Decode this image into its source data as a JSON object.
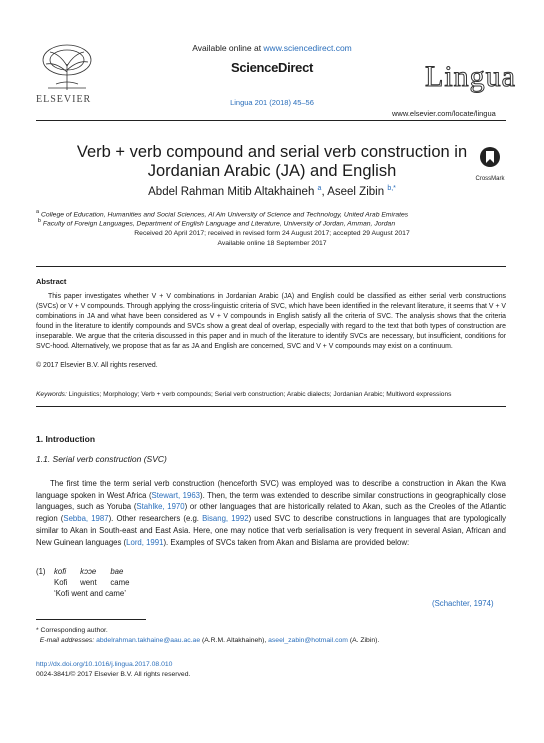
{
  "header": {
    "available_prefix": "Available online at ",
    "available_link": "www.sciencedirect.com",
    "platform": "ScienceDirect",
    "journal_ref": "Lingua 201 (2018) 45–56",
    "publisher_wordmark": "ELSEVIER",
    "journal_logo": "Lingua",
    "journal_url": "www.elsevier.com/locate/lingua"
  },
  "article": {
    "title_line1": "Verb + verb compound and serial verb construction in",
    "title_line2": "Jordanian Arabic (JA) and English",
    "crossmark_label": "CrossMark",
    "author1": "Abdel Rahman Mitib Altakhaineh",
    "author1_sup": "a",
    "author_sep": ", ",
    "author2": "Aseel Zibin",
    "author2_sup": "b,*",
    "affiliations": [
      {
        "sup": "a",
        "text": "College of Education, Humanities and Social Sciences, Al Ain University of Science and Technology, United Arab Emirates"
      },
      {
        "sup": "b",
        "text": "Faculty of Foreign Languages, Department of English Language and Literature, University of Jordan, Amman, Jordan"
      }
    ],
    "dates_line1": "Received 20 April 2017; received in revised form 24 August 2017; accepted 29 August 2017",
    "dates_line2": "Available online 18 September 2017"
  },
  "abstract": {
    "heading": "Abstract",
    "text": "This paper investigates whether V + V combinations in Jordanian Arabic (JA) and English could be classified as either serial verb constructions (SVCs) or V + V compounds. Through applying the cross-linguistic criteria of SVC, which have been identified in the relevant literature, it seems that V + V combinations in JA and what have been considered as V + V compounds in English satisfy all the criteria of SVC. The analysis shows that the criteria found in the literature to identify compounds and SVCs show a great deal of overlap, especially with regard to the text that both types of construction are inseparable. We argue that the criteria discussed in this paper and in much of the literature to identify SVCs are necessary, but insufficient, conditions for SVC-hood. Alternatively, we propose that as far as JA and English are concerned, SVC and V + V compounds may exist on a continuum.",
    "copyright": "© 2017 Elsevier B.V. All rights reserved."
  },
  "keywords": {
    "label": "Keywords:",
    "text": " Linguistics; Morphology; Verb + verb compounds; Serial verb construction; Arabic dialects; Jordanian Arabic; Multiword expressions"
  },
  "intro": {
    "heading": "1.  Introduction",
    "subheading": "1.1.  Serial verb construction (SVC)",
    "para": [
      {
        "t": "The first time the term serial verb construction (henceforth SVC) was employed was to describe a construction in Akan the Kwa language spoken in West Africa ("
      },
      {
        "t": "Stewart, 1963",
        "link": true
      },
      {
        "t": "). Then, the term was extended to describe similar constructions in geographically close languages, such as Yoruba ("
      },
      {
        "t": "Stahlke, 1970",
        "link": true
      },
      {
        "t": ") or other languages that are historically related to Akan, such as the Creoles of the Atlantic region ("
      },
      {
        "t": "Sebba, 1987",
        "link": true
      },
      {
        "t": "). Other researchers (e.g. "
      },
      {
        "t": "Bisang, 1992",
        "link": true
      },
      {
        "t": ") used SVC to describe constructions in languages that are typologically similar to Akan in South-east and East Asia. Here, one may notice that verb serialisation is very frequent in several Asian, African and New Guinean languages ("
      },
      {
        "t": "Lord, 1991",
        "link": true
      },
      {
        "t": "). Examples of SVCs taken from Akan and Bislama are provided below:"
      }
    ],
    "example": {
      "number": "(1)",
      "line1": [
        "kofi",
        "kɔɔe",
        "bae"
      ],
      "line2": [
        "Kofi",
        "went",
        "came"
      ],
      "gloss": "‘Kofi went and came’",
      "citation": "(Schachter, 1974)"
    }
  },
  "footnotes": {
    "corresponding": "* Corresponding author.",
    "email_label": "E-mail addresses: ",
    "email1": "abdelrahman.takhaine@aau.ac.ae",
    "email1_who": " (A.R.M. Altakhaineh), ",
    "email2": "aseel_zabin@hotmail.com",
    "email2_who": " (A. Zibin).",
    "doi": "http://dx.doi.org/10.1016/j.lingua.2017.08.010",
    "issn": "0024-3841/© 2017 Elsevier B.V. All rights reserved."
  }
}
